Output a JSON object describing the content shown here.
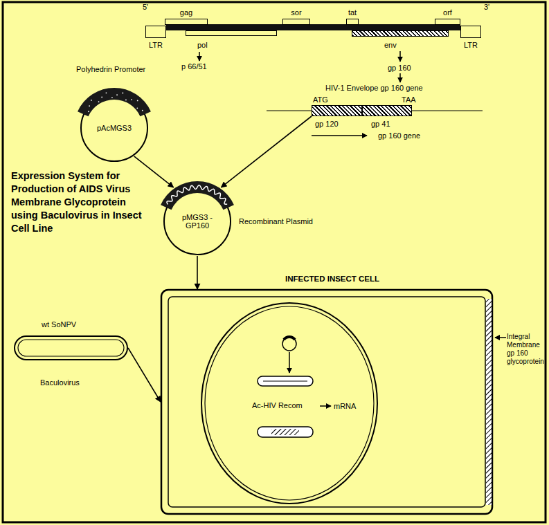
{
  "diagram": {
    "title": "Expression System for Production of AIDS Virus Membrane Glycoprotein using Baculovirus in Insect Cell Line",
    "nodes": [
      {
        "text": [
          "LTR"
        ]
      },
      {
        "text": [
          "gag"
        ]
      },
      {
        "text": [
          "pol"
        ]
      },
      {
        "text": [
          "sor"
        ]
      },
      {
        "text": [
          "tat"
        ]
      },
      {
        "text": [
          "env"
        ]
      },
      {
        "text": [
          "orf"
        ]
      },
      {
        "text": [
          "LTR"
        ]
      },
      {
        "text": [
          "pAcMGS3"
        ]
      },
      {
        "text": [
          "gp 120"
        ]
      },
      {
        "text": [
          "gp 41"
        ]
      },
      {
        "text": [
          "pMGS3 -GP160"
        ]
      },
      {
        "text": [
          "INFECTED INSECT CELL"
        ]
      },
      {
        "text": [
          "Ac-HIV Recom"
        ],
        "in": 12
      },
      {
        "text": [
          "wt SoNPV",
          "Baculovirus"
        ]
      }
    ],
    "edges": [
      {
        "from": 8,
        "to": 11,
        "arrow": "to"
      },
      {
        "from": 9,
        "to": 11,
        "arrow": "to"
      },
      {
        "from": 11,
        "to": 12,
        "arrow": "to"
      },
      {
        "from": 14,
        "to": 12,
        "arrow": "to"
      }
    ],
    "labels": [
      "5'",
      "3'",
      "p 66/51",
      "gp 160",
      "HIV-1 Envelope gp 160 gene",
      "Polyhedrin Promoter",
      "ATG",
      "TAA",
      "gp 160 gene",
      "Recombinant Plasmid",
      "mRNA",
      "Integral Membrane gp 160 glycoprotein"
    ]
  }
}
